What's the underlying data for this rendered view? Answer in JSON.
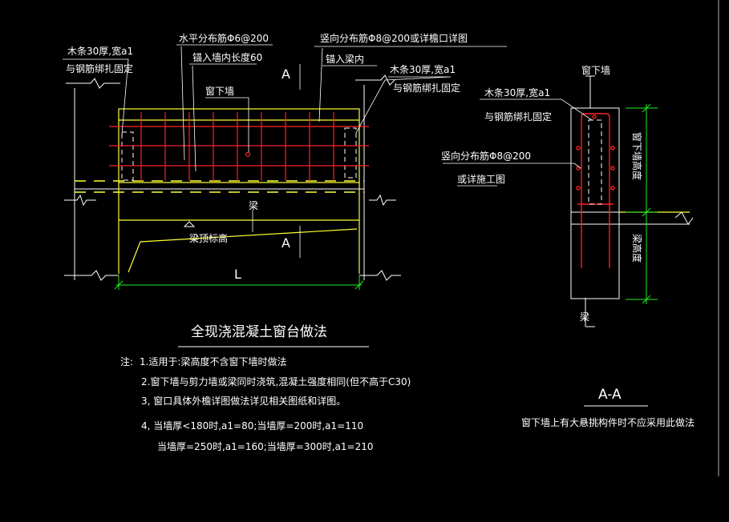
{
  "labels": {
    "horizontal_bar": "水平分布筋Φ6@200",
    "anchor_wall": "锚入墙内长度60",
    "vertical_bar": "竖向分布筋Φ8@200或详檐口详图",
    "anchor_beam": "锚入梁内",
    "section_a_top": "A",
    "wood_strip_left_1": "木条30厚,宽a1",
    "wood_strip_left_2": "与钢筋绑扎固定",
    "wood_strip_mid_1": "木条30厚,宽a1",
    "wood_strip_mid_2": "与钢筋绑扎固定",
    "under_window_wall": "窗下墙",
    "beam": "梁",
    "beam_top_elev": "梁顶标高",
    "section_a_bottom": "A",
    "length_L": "L",
    "right_under_window_wall": "窗下墙",
    "wood_strip_right_1": "木条30厚,宽a1",
    "wood_strip_right_2": "与钢筋绑扎固定",
    "vertical_bar_right_1": "竖向分布筋Φ8@200",
    "vertical_bar_right_2": "或详施工图",
    "dim_wall_height": "窗下墙高度",
    "dim_beam_height": "梁高度",
    "right_beam": "梁"
  },
  "title": "全现浇混凝土窗台做法",
  "notes": {
    "prefix": "注:",
    "n1": "1.适用于:梁高度不含窗下墙时做法",
    "n2": "2.窗下墙与剪力墙或梁同时浇筑,混凝土强度相同(但不高于C30)",
    "n3": "3, 窗口具体外檐详图做法详见相关图纸和详图。",
    "n4a": "4, 当墙厚<180时,a1=80;当墙厚=200时,a1=110",
    "n4b": "当墙厚=250时,a1=160;当墙厚=300时,a1=210"
  },
  "section": {
    "title": "A-A",
    "note": "窗下墙上有大悬挑构件时不应采用此做法"
  },
  "colors": {
    "background": "#000000",
    "white": "#ffffff",
    "red": "#ff2020",
    "yellow": "#ffff33",
    "green": "#22ee22"
  }
}
